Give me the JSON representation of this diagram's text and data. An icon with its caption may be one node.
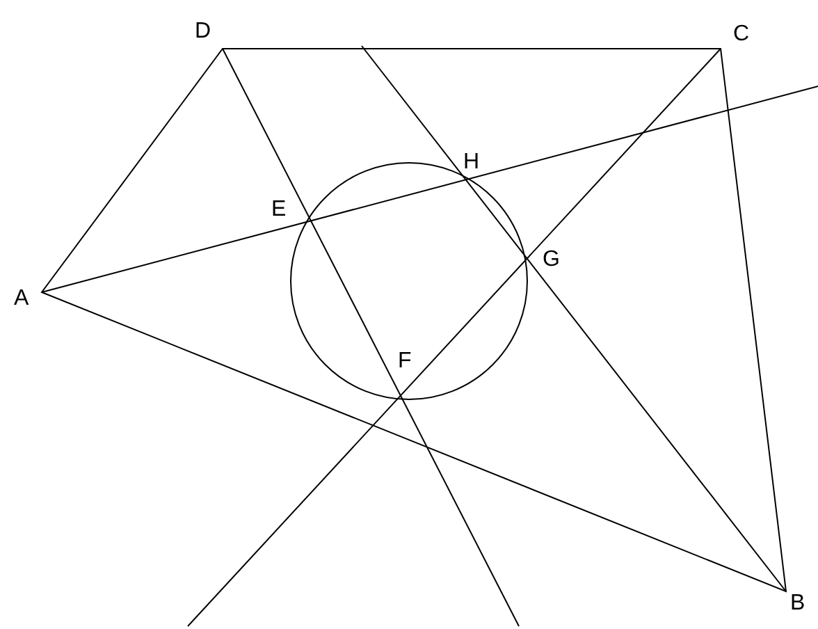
{
  "diagram": {
    "labels": [
      "D",
      "C",
      "H",
      "E",
      "G",
      "A",
      "F",
      "B"
    ]
  }
}
